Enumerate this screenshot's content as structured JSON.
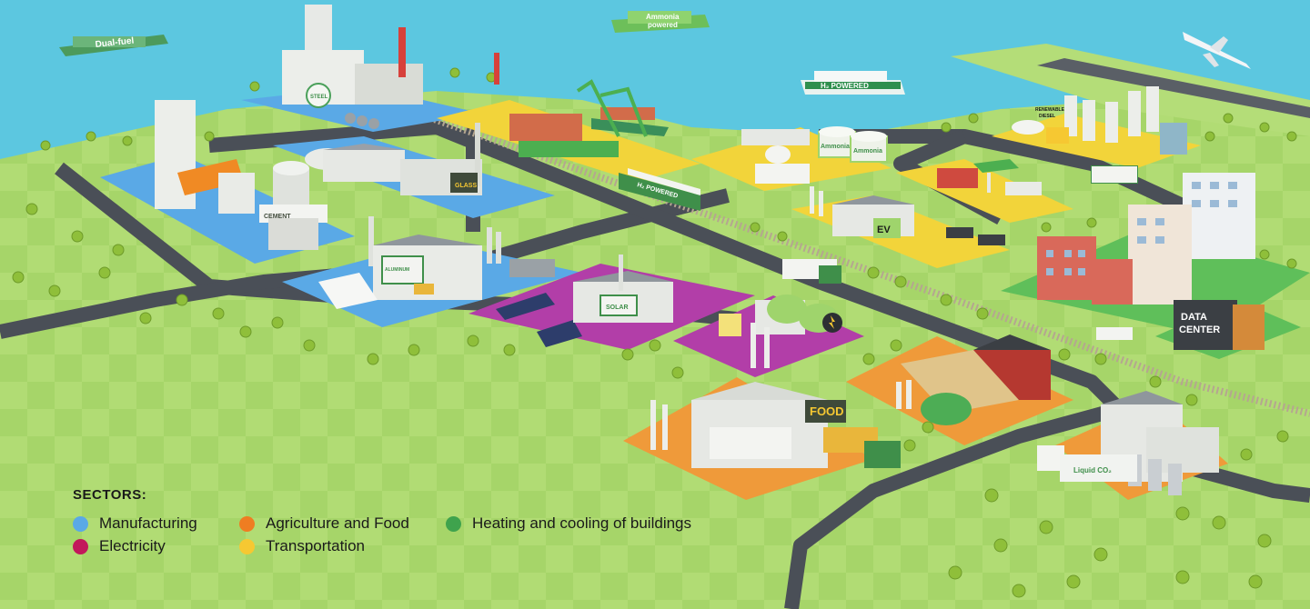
{
  "ships": {
    "dual_fuel": "Dual-fuel",
    "ammonia_powered_1": "Ammonia",
    "ammonia_powered_2": "powered",
    "h2_powered": "H₂ POWERED"
  },
  "buildings": {
    "steel": "STEEL",
    "glass": "GLASS",
    "cement": "CEMENT",
    "aluminum": "ALUMINUM",
    "solar": "SOLAR",
    "food": "FOOD",
    "ammonia_tank_1": "Ammonia",
    "ammonia_tank_2": "Ammonia",
    "renewable_diesel_1": "RENEWABLE",
    "renewable_diesel_2": "DIESEL",
    "ev": "EV",
    "data_center_1": "DATA",
    "data_center_2": "CENTER",
    "liquid_co2": "Liquid CO₂",
    "h2_train": "H₂ POWERED"
  },
  "legend": {
    "title": "SECTORS:",
    "items": [
      {
        "label": "Manufacturing",
        "color": "#5aa9e6"
      },
      {
        "label": "Electricity",
        "color": "#c2185b"
      },
      {
        "label": "Agriculture and Food",
        "color": "#ef7d22"
      },
      {
        "label": "Transportation",
        "color": "#f6c832"
      },
      {
        "label": "Heating and cooling of buildings",
        "color": "#3fa34d"
      }
    ]
  },
  "colors": {
    "water": "#5cc7e0",
    "grass": "#a9d86a",
    "road": "#4a4f57",
    "manufacturing": "#5aa9e6",
    "electricity": "#b23ea8",
    "agriculture": "#ef9a3a",
    "transportation": "#f2d43a",
    "buildings": "#5fbf5a"
  }
}
